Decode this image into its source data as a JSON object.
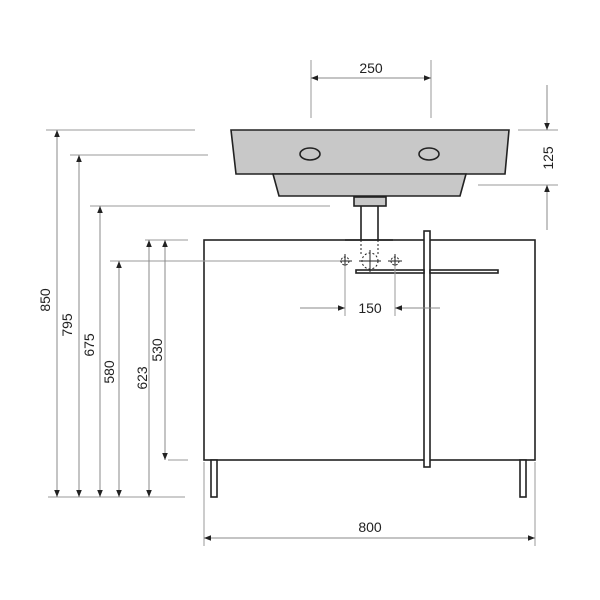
{
  "colors": {
    "basin_fill": "#c8c8c8",
    "line": "#222222",
    "dimension": "#888888"
  },
  "dimensions": {
    "basin_tap_spacing": "250",
    "basin_depth": "125",
    "drain_spacing": "150",
    "total_width": "800",
    "height_850": "850",
    "height_795": "795",
    "height_675": "675",
    "height_580": "580",
    "height_623": "623",
    "height_530": "530"
  }
}
